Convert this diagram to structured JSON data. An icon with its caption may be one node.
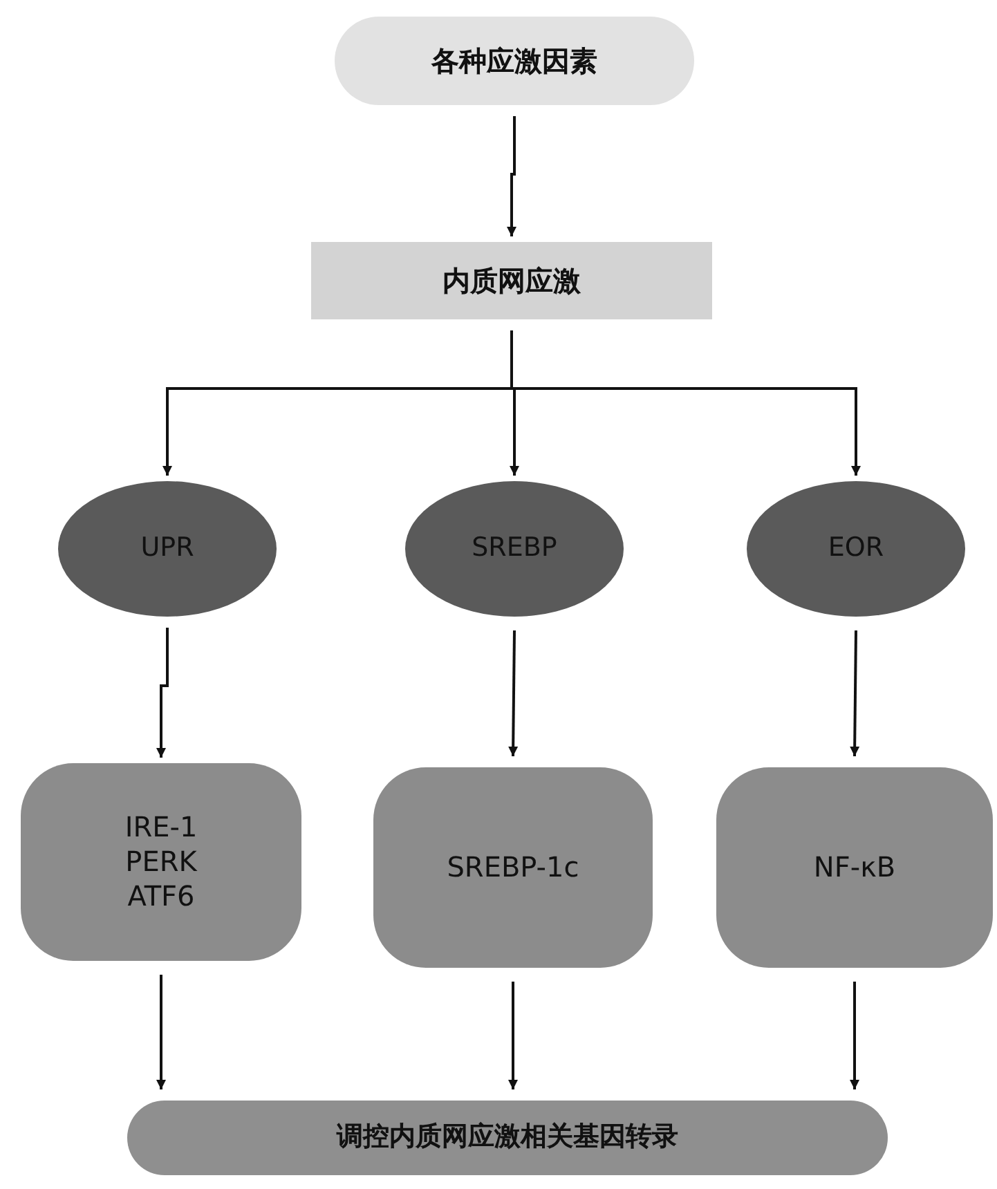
{
  "diagram": {
    "nodes": [
      {
        "text": [
          "各种应激因素"
        ]
      },
      {
        "text": [
          "内质网应激"
        ]
      },
      {
        "text": [
          "UPR"
        ]
      },
      {
        "text": [
          "SREBP"
        ]
      },
      {
        "text": [
          "EOR"
        ]
      },
      {
        "text": [
          "IRE-1 PERK ATF6"
        ]
      },
      {
        "text": [
          "SREBP-1c"
        ]
      },
      {
        "text": [
          "NF-κB"
        ]
      },
      {
        "text": [
          "调控内质网应激相关基因转录"
        ]
      }
    ],
    "edges": [
      {
        "from": 0,
        "to": 1,
        "arrow": "to"
      },
      {
        "from": 1,
        "to": 2,
        "arrow": "to"
      },
      {
        "from": 1,
        "to": 3,
        "arrow": "to"
      },
      {
        "from": 1,
        "to": 4,
        "arrow": "to"
      },
      {
        "from": 2,
        "to": 5,
        "arrow": "to"
      },
      {
        "from": 3,
        "to": 6,
        "arrow": "to"
      },
      {
        "from": 4,
        "to": 7,
        "arrow": "to"
      },
      {
        "from": 5,
        "to": 8,
        "arrow": "to"
      },
      {
        "from": 6,
        "to": 8,
        "arrow": "to"
      },
      {
        "from": 7,
        "to": 8,
        "arrow": "to"
      }
    ]
  }
}
